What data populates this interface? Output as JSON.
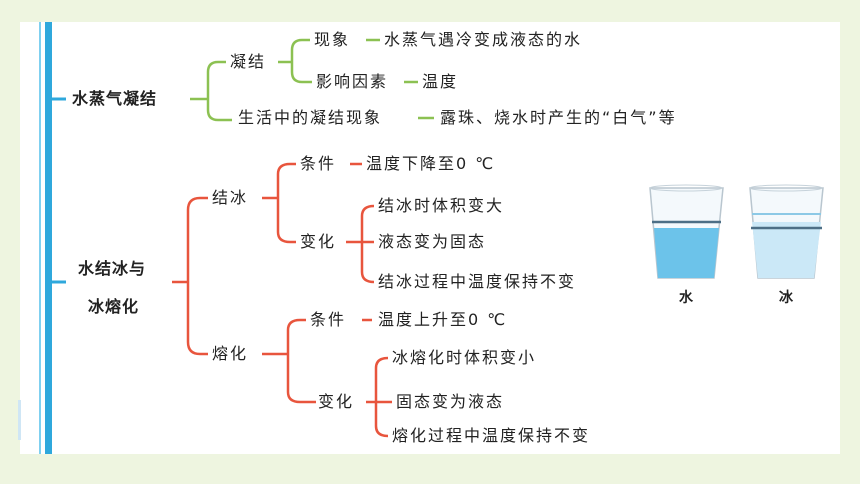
{
  "sections": {
    "condensation": {
      "title": "水蒸气凝结",
      "branch_name": "凝结",
      "phenomenon_label": "现象",
      "phenomenon_value": "水蒸气遇冷变成液态的水",
      "factor_label": "影响因素",
      "factor_value": "温度",
      "life_label": "生活中的凝结现象",
      "life_value": "露珠、烧水时产生的“白气”等"
    },
    "freeze_melt": {
      "title_line1": "水结冰与",
      "title_line2": "冰熔化",
      "freeze": {
        "name": "结冰",
        "condition_label": "条件",
        "condition_value": "温度下降至0 ℃",
        "change_label": "变化",
        "changes": [
          "结冰时体积变大",
          "液态变为固态",
          "结冰过程中温度保持不变"
        ]
      },
      "melt": {
        "name": "熔化",
        "condition_label": "条件",
        "condition_value": "温度上升至0 ℃",
        "change_label": "变化",
        "changes": [
          "冰熔化时体积变小",
          "固态变为液态",
          "熔化过程中温度保持不变"
        ]
      }
    }
  },
  "cups": {
    "water_label": "水",
    "ice_label": "冰",
    "water_color": "#6cc3ea",
    "ice_color": "#cbe8f7"
  },
  "colors": {
    "spine": "#2fa8dc",
    "green_bracket": "#8cc152",
    "red_bracket": "#e8553d"
  }
}
